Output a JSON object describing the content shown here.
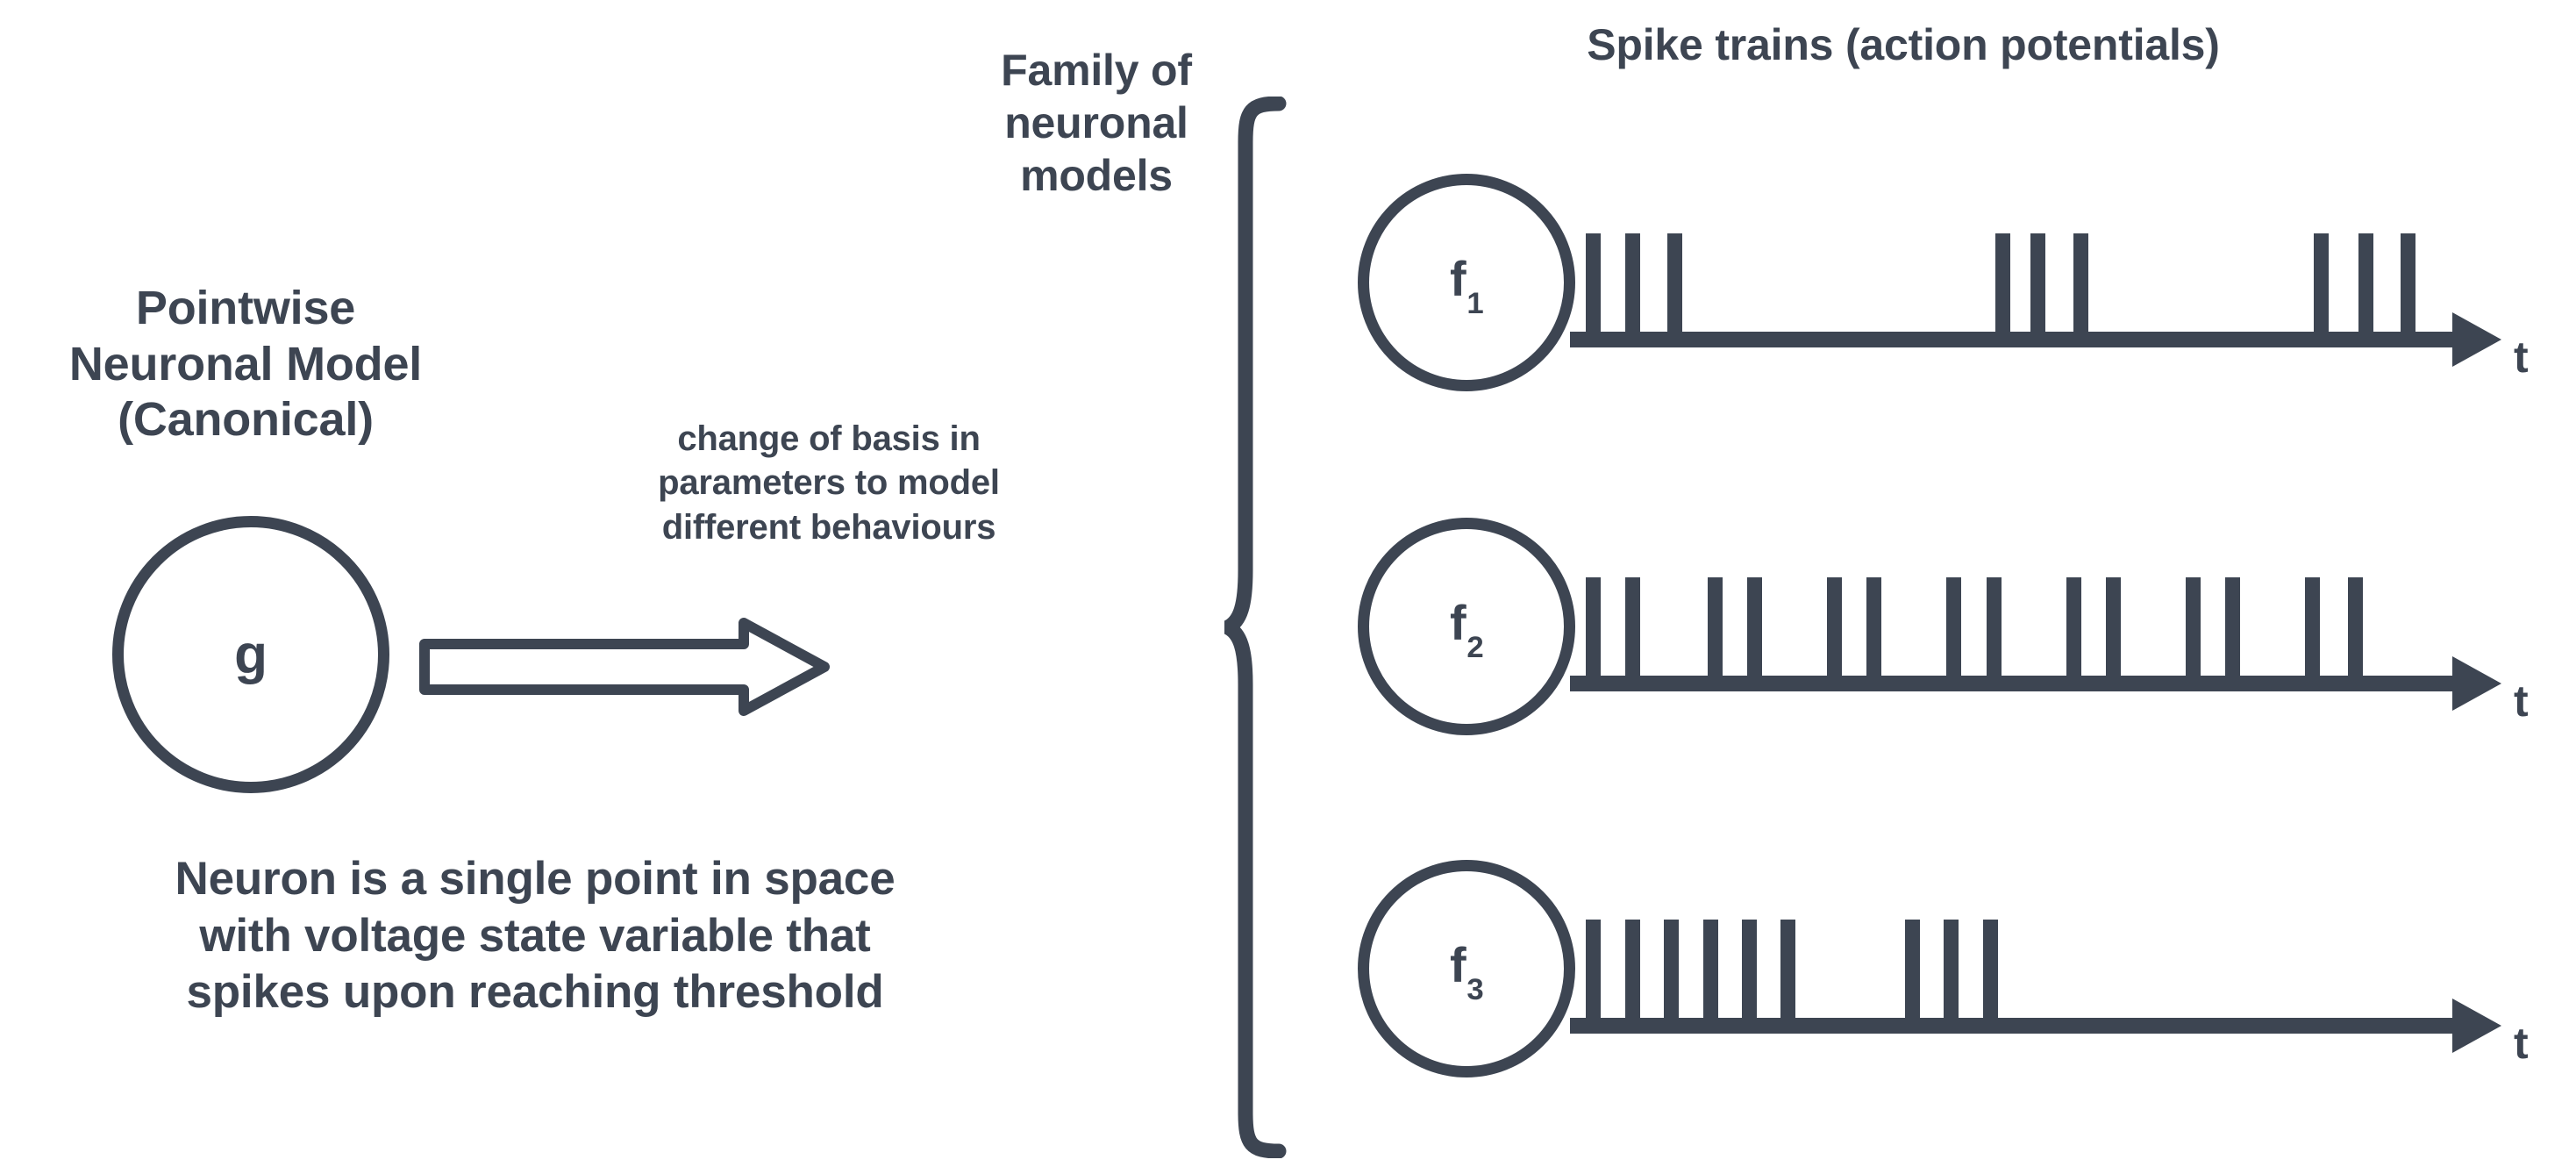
{
  "colors": {
    "ink": "#3d4552",
    "background": "#ffffff"
  },
  "left": {
    "title": "Pointwise\nNeuronal Model\n(Canonical)",
    "node_label": "g",
    "caption": "Neuron is a single point in space\nwith voltage state variable that\nspikes upon reaching threshold"
  },
  "arrow": {
    "label": "change of basis in\nparameters to model\ndifferent behaviours",
    "direction": "right",
    "style": "hollow-block-arrow"
  },
  "family": {
    "title": "Family of\nneuronal\nmodels",
    "brace": "left-curly-brace"
  },
  "right": {
    "title": "Spike trains (action potentials)",
    "axis_label": "t"
  },
  "chart_data": {
    "type": "raster",
    "title": "Spike trains (action potentials)",
    "xlabel": "t",
    "ylabel": "",
    "xlim": [
      0,
      1000
    ],
    "grid": false,
    "legend": "none",
    "series": [
      {
        "name": "f1",
        "label": "f",
        "subscript": "1",
        "spike_count": 9,
        "description": "three bursts of three spikes each",
        "spike_times": [
          18,
          62,
          110,
          480,
          520,
          568,
          840,
          890,
          938
        ]
      },
      {
        "name": "f2",
        "label": "f",
        "subscript": "2",
        "spike_count": 14,
        "description": "regular tonic pairs of spikes spanning the whole axis",
        "spike_times": [
          18,
          62,
          155,
          200,
          290,
          335,
          425,
          470,
          560,
          605,
          695,
          740,
          830,
          878
        ]
      },
      {
        "name": "f3",
        "label": "f",
        "subscript": "3",
        "spike_count": 9,
        "description": "six evenly spaced spikes then a short burst of three, silent thereafter",
        "spike_times": [
          18,
          62,
          106,
          150,
          194,
          238,
          378,
          422,
          466
        ]
      }
    ]
  }
}
